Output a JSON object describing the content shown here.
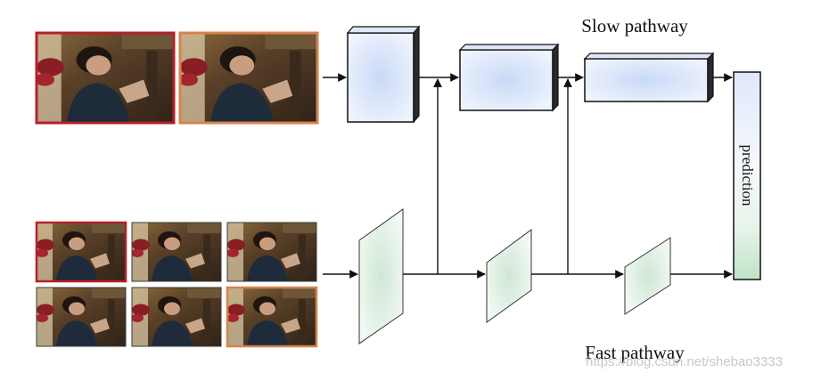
{
  "diagram": {
    "slow_label": "Slow pathway",
    "fast_label": "Fast pathway",
    "prediction_label": "prediction",
    "watermark": "https://blog.csdn.net/shebao3333"
  },
  "colors": {
    "slow_fill": "#c8d8f4",
    "fast_fill": "#d8ecdc",
    "frame_red": "#b52028",
    "frame_orange": "#d4834e",
    "line": "#111111"
  }
}
